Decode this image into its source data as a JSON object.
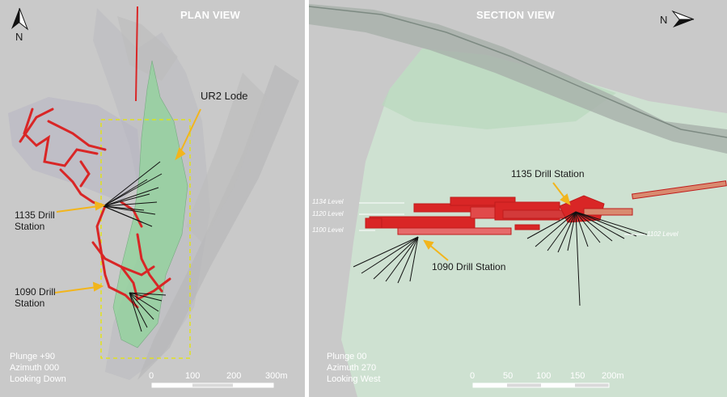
{
  "plan": {
    "title": "PLAN VIEW",
    "north": "N",
    "lode_label": "UR2 Lode",
    "station_1135": [
      "1135 Drill",
      "Station"
    ],
    "station_1090": [
      "1090 Drill",
      "Station"
    ],
    "info": [
      "Plunge +90",
      "Azimuth 000",
      "Looking Down"
    ],
    "scale_ticks": [
      "0",
      "100",
      "200",
      "300m"
    ]
  },
  "section": {
    "title": "SECTION VIEW",
    "north": "N",
    "station_1135": "1135 Drill Station",
    "station_1090": "1090 Drill Station",
    "levels": [
      "1134 Level",
      "1120 Level",
      "1100 Level",
      "1102 Level"
    ],
    "info": [
      "Plunge 00",
      "Azimuth 270",
      "Looking West"
    ],
    "scale_ticks": [
      "0",
      "50",
      "100",
      "150",
      "200m"
    ]
  },
  "colors": {
    "background": "#c9c9c9",
    "workings": "#d92626",
    "lode": "#8fd49a",
    "callout": "#f2b51c",
    "box": "#e6e600"
  }
}
